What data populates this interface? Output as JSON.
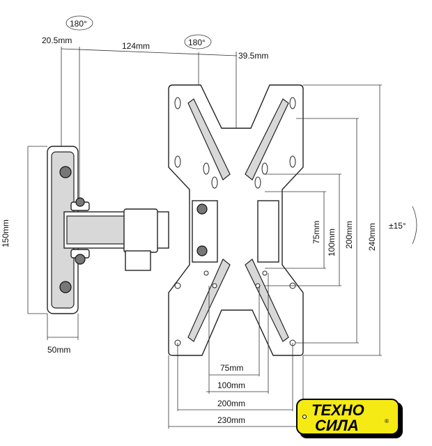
{
  "dimensions": {
    "top_offset_left": "20.5mm",
    "arm_length": "124mm",
    "top_offset_right": "39.5mm",
    "rotation_arm": "180°",
    "rotation_plate": "180°",
    "wall_plate_height": "150mm",
    "wall_plate_width": "50mm",
    "vesa_v_75": "75mm",
    "vesa_v_100": "100mm",
    "vesa_v_200": "200mm",
    "plate_height": "240mm",
    "tilt": "±15°",
    "vesa_h_75": "75mm",
    "vesa_h_100": "100mm",
    "vesa_h_200": "200mm",
    "plate_width": "230mm"
  },
  "logo": {
    "line1": "ТЕХНО",
    "line2": "СИЛА",
    "mark": "®",
    "color": "#f5ea14"
  }
}
